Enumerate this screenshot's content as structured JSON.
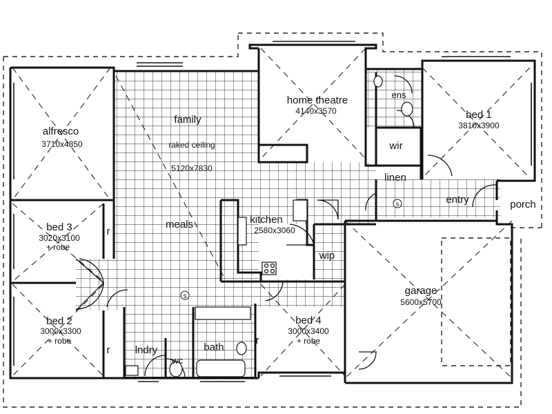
{
  "rooms": {
    "alfresco": {
      "name": "alfresco",
      "size": "3710x4850"
    },
    "family": {
      "name": "family",
      "note": "raked ceiling",
      "size": "5120x7830"
    },
    "home_theatre": {
      "name": "home theatre",
      "size": "4140x3570"
    },
    "ens": {
      "name": "ens"
    },
    "bed1": {
      "name": "bed 1",
      "size": "3810x3900"
    },
    "wir": {
      "name": "wir"
    },
    "linen": {
      "name": "linen"
    },
    "entry": {
      "name": "entry"
    },
    "porch": {
      "name": "porch"
    },
    "bed3": {
      "name": "bed 3",
      "size": "3020x3100",
      "extra": "+ robe"
    },
    "meals": {
      "name": "meals"
    },
    "kitchen": {
      "name": "kitchen",
      "size": "2580x3060"
    },
    "wip": {
      "name": "wip"
    },
    "garage": {
      "name": "garage",
      "size": "5600x5700"
    },
    "bed2": {
      "name": "bed 2",
      "size": "3000x3300",
      "extra": "+ robe"
    },
    "bed4": {
      "name": "bed 4",
      "size": "3000x3400",
      "extra": "+ robe"
    },
    "lndry": {
      "name": "lndry"
    },
    "wc": {
      "name": "wc"
    },
    "bath": {
      "name": "bath"
    }
  },
  "markers": {
    "robe_r": "r",
    "smoke_s": "s"
  }
}
